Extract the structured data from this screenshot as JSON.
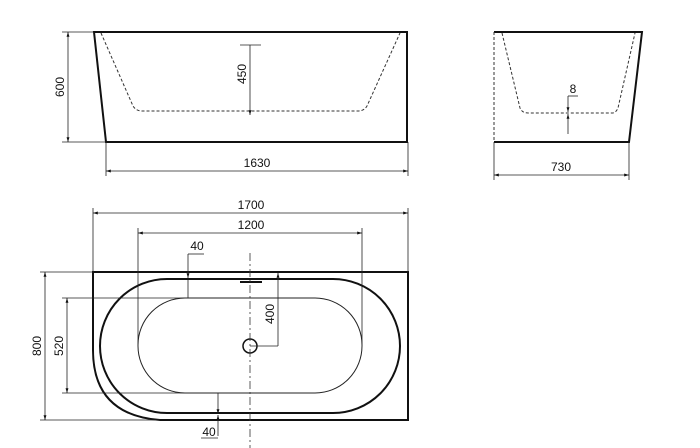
{
  "drawing": {
    "front_view": {
      "height": "600",
      "depth": "450",
      "length": "1630"
    },
    "side_view": {
      "bottom_thickness": "8",
      "width": "730"
    },
    "top_view": {
      "length": "1700",
      "inner_length": "1200",
      "rim_top": "40",
      "drain_offset": "400",
      "width": "800",
      "inner_width": "520",
      "rim_bottom": "40"
    }
  },
  "colors": {
    "line": "#111111",
    "background": "#ffffff"
  }
}
